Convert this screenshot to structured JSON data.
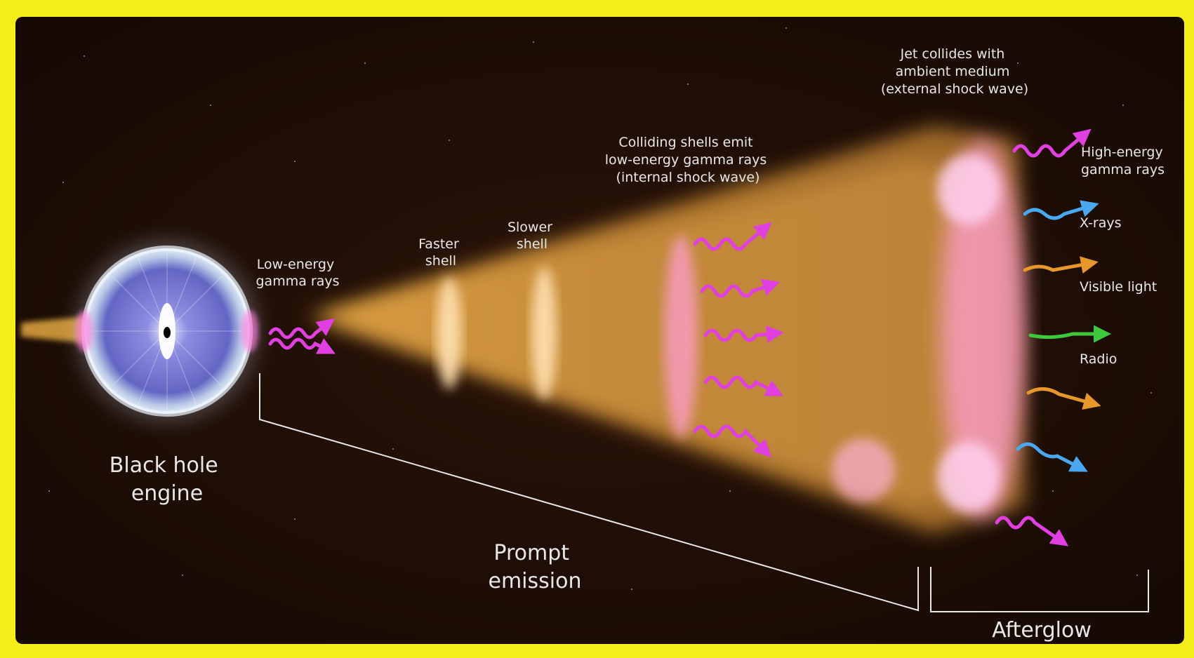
{
  "labels": {
    "engine": [
      "Black hole",
      "engine"
    ],
    "low_energy": [
      "Low-energy",
      "gamma rays"
    ],
    "faster_shell": [
      "Faster",
      "shell"
    ],
    "slower_shell": [
      "Slower",
      "shell"
    ],
    "colliding": [
      "Colliding shells emit",
      "low-energy gamma rays",
      "(internal shock wave)"
    ],
    "jet_collides": [
      "Jet collides with",
      "ambient medium",
      "(external shock wave)"
    ],
    "high_energy": [
      "High-energy",
      "gamma rays"
    ],
    "xrays": "X-rays",
    "visible": "Visible light",
    "radio": "Radio",
    "prompt": [
      "Prompt",
      "emission"
    ],
    "afterglow": "Afterglow"
  },
  "colors": {
    "frame": "#f5ee1a",
    "background": "#1a0c05",
    "jet": "#d99a3a",
    "gamma": "#e040e0",
    "xray": "#4aa8f0",
    "visible": "#e8982a",
    "radio": "#3ec83e",
    "label": "#e8e8e8"
  }
}
